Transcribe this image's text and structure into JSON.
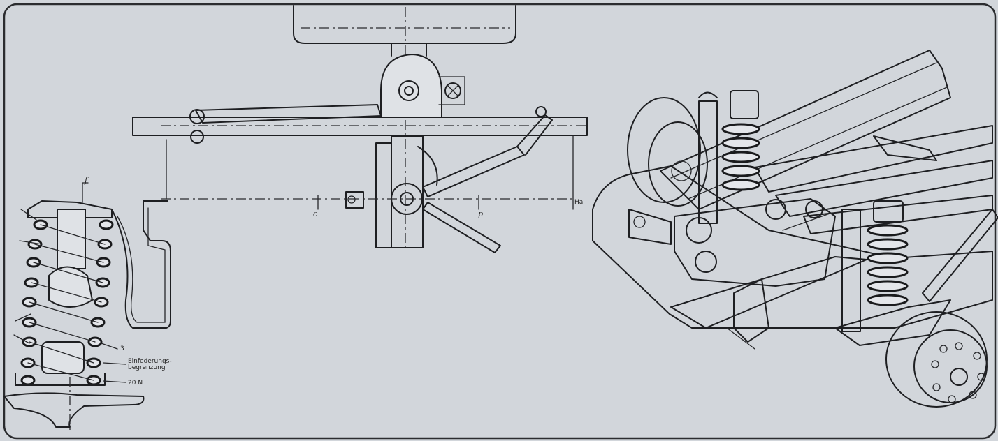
{
  "labels": {
    "coil_spring_top": "f",
    "callout_3": "3",
    "note_line_1": "Einfederungs-",
    "note_line_2": "begrenzung",
    "note_value": "20 N",
    "center_c": "c",
    "center_p": "p",
    "side_height": "Ha"
  }
}
